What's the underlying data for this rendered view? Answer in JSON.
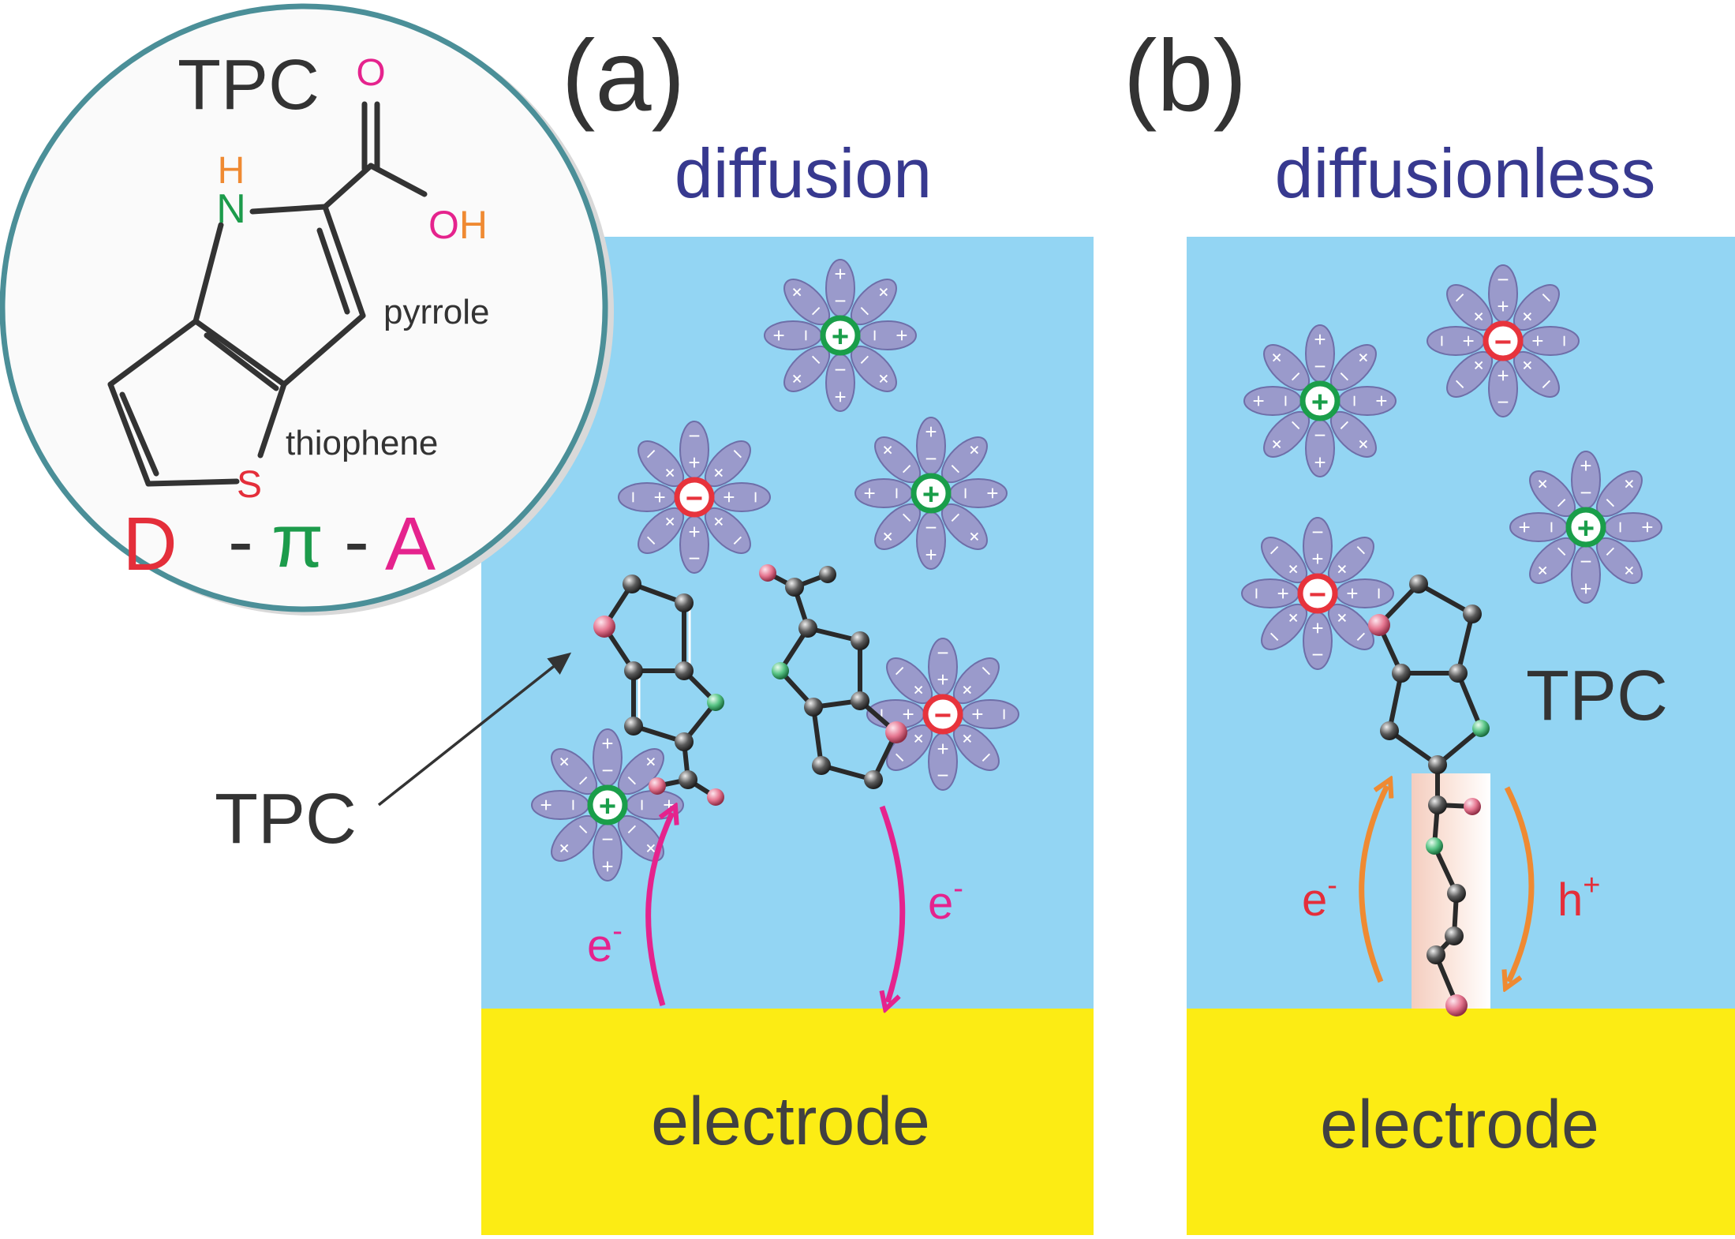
{
  "inset": {
    "title": "TPC",
    "atom_O": "O",
    "atom_H": "H",
    "atom_N": "N",
    "atom_OH_O": "O",
    "atom_OH_H": "H",
    "atom_S": "S",
    "label_pyrrole": "pyrrole",
    "label_thiophene": "thiophene",
    "dpa_D": "D",
    "dpa_dash1": "-",
    "dpa_pi": "π",
    "dpa_dash2": "-",
    "dpa_A": "A"
  },
  "panel_a": {
    "tag": "(a)",
    "heading": "diffusion",
    "electrode": "electrode",
    "tpc_label": "TPC",
    "electron_left": "e",
    "electron_left_sup": "-",
    "electron_right": "e",
    "electron_right_sup": "-"
  },
  "panel_b": {
    "tag": "(b)",
    "heading": "diffusionless",
    "electrode": "electrode",
    "tpc_label": "TPC",
    "electron": "e",
    "electron_sup": "-",
    "hole": "h",
    "hole_sup": "+"
  },
  "ion_signs": {
    "plus": "+",
    "minus": "−"
  },
  "colors": {
    "electrolyte": "#93d5f3",
    "electrode": "#fcec14",
    "heading": "#37398f",
    "ink": "#333333",
    "inset_border": "#4b8f98",
    "cation_ring": "#1a9e4a",
    "anion_ring": "#e7333c",
    "solvent_lobe": "#9a9acb",
    "magenta": "#e5238d",
    "orange": "#ef8a32",
    "red": "#e42e3a",
    "green": "#1c9b4b"
  }
}
